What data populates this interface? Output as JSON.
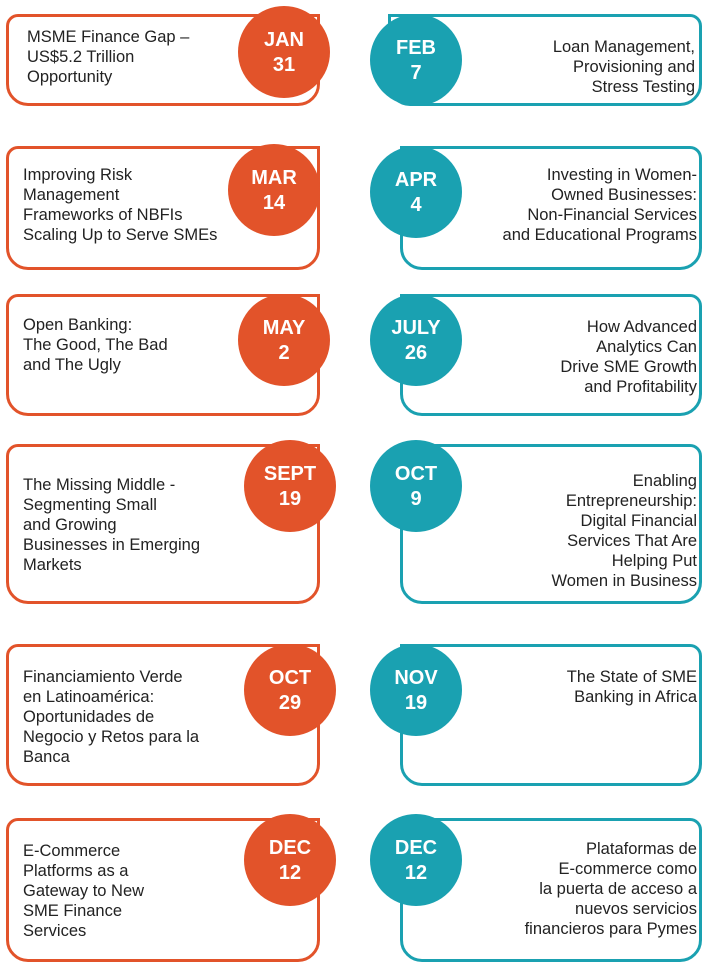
{
  "colors": {
    "left_accent": "#e2532a",
    "right_accent": "#1aa1b1",
    "text": "#222222"
  },
  "left": [
    {
      "month": "JAN",
      "day": "31",
      "title": "MSME Finance Gap –\nUS$5.2 Trillion\nOpportunity"
    },
    {
      "month": "MAR",
      "day": "14",
      "title": "Improving Risk\nManagement\nFrameworks of NBFIs\n Scaling Up to Serve SMEs"
    },
    {
      "month": "MAY",
      "day": "2",
      "title": "Open Banking:\nThe Good, The Bad\n and The Ugly"
    },
    {
      "month": "SEPT",
      "day": "19",
      "title": "The Missing Middle -\n Segmenting Small\n and Growing\nBusinesses in Emerging\nMarkets"
    },
    {
      "month": "OCT",
      "day": "29",
      "title": " Financiamiento Verde\n en Latinoamérica:\nOportunidades de\nNegocio y Retos para la\n Banca"
    },
    {
      "month": "DEC",
      "day": "12",
      "title": " E-Commerce\nPlatforms as a\nGateway to New\nSME Finance\n Services"
    }
  ],
  "right": [
    {
      "month": "FEB",
      "day": "7",
      "title": "Loan Management,\nProvisioning and\nStress Testing"
    },
    {
      "month": "APR",
      "day": "4",
      "title": "Investing in Women-\nOwned Businesses:\nNon-Financial Services\nand Educational Programs"
    },
    {
      "month": "JULY",
      "day": "26",
      "title": "How Advanced\nAnalytics Can\nDrive SME Growth\nand Profitability"
    },
    {
      "month": "OCT",
      "day": "9",
      "title": "Enabling\nEntrepreneurship:\nDigital Financial\nServices That Are\nHelping Put\nWomen in Business"
    },
    {
      "month": "NOV",
      "day": "19",
      "title": "The State of SME\nBanking in Africa"
    },
    {
      "month": "DEC",
      "day": "12",
      "title": "Plataformas de\nE-commerce como\nla puerta de acceso a\nnuevos servicios\nfinancieros para Pymes"
    }
  ]
}
